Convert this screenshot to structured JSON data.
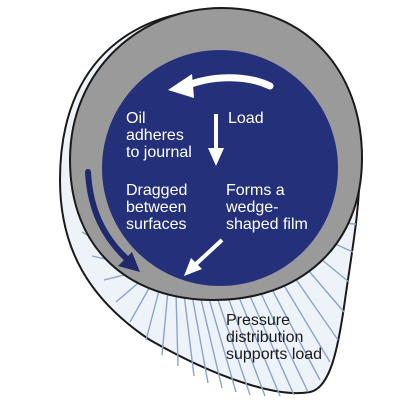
{
  "labels": {
    "oil_adheres": [
      "Oil",
      "adheres",
      "to journal"
    ],
    "load": [
      "Load"
    ],
    "dragged": [
      "Dragged",
      "between",
      "surfaces"
    ],
    "wedge": [
      "Forms a",
      "wedge-",
      "shaped film"
    ],
    "pressure": [
      "Pressure",
      "distribution",
      "supports load"
    ]
  },
  "colors": {
    "journal": "#24317a",
    "bearing": "#9a9a9a",
    "oil_film": "#e8eef7",
    "pressure_lines": "#8aa4cc",
    "outline": "#1a1a1a"
  }
}
